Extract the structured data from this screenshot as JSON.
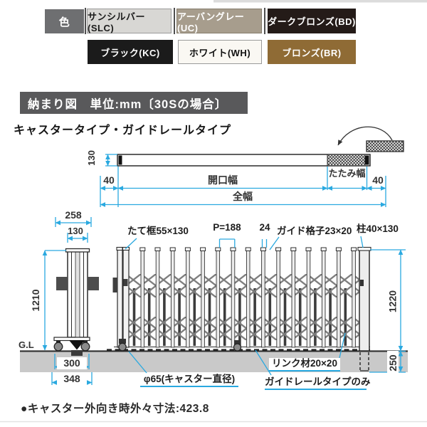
{
  "palette": {
    "accent_cyan": "#2aa9e0",
    "drawing_dark": "#2b2b2b",
    "ground_gray": "#c9c9c9",
    "titlebar_gray": "#59595b"
  },
  "colors_table": {
    "label": "色",
    "label_bg": "#6e6f71",
    "row1": [
      {
        "name": "サンシルバー(SLC)",
        "bg": "#d8d7d4",
        "fg": "#1a1a1a"
      },
      {
        "name": "アーバングレー(UC)",
        "bg": "#a79d8d",
        "fg": "#ffffff"
      },
      {
        "name": "ダークブロンズ(BD)",
        "bg": "#241b18",
        "fg": "#ffffff"
      }
    ],
    "row2": [
      {
        "name": "ブラック(KC)",
        "bg": "#1b1b1b",
        "fg": "#ffffff"
      },
      {
        "name": "ホワイト(WH)",
        "bg": "#faf8f3",
        "fg": "#111111"
      },
      {
        "name": "ブロンズ(BR)",
        "bg": "#8f6b35",
        "fg": "#ffffff"
      }
    ]
  },
  "title_bar": "納まり図　単位:mm〔30Sの場合〕",
  "subtitle": "キャスタータイプ・ガイドレールタイプ",
  "plan_diagram": {
    "height": "130",
    "left_margin": "40",
    "right_margin": "40",
    "opening_width_label": "開口幅",
    "fold_width_label": "たたみ幅",
    "total_width_label": "全幅"
  },
  "elevation": {
    "post_depth": "258",
    "post_width": "130",
    "post_height": "1210",
    "ground_label": "G.L",
    "caster_span": "300",
    "base_span": "348",
    "frame_label": "たて框55×130",
    "pitch_label": "P=188",
    "bar_width": "24",
    "lattice_label": "ガイド格子23×20",
    "pillar_label": "柱40×130",
    "gate_height": "1220",
    "embed_depth": "250",
    "link_label": "リンク材20×20",
    "caster_dia_label": "φ65(キャスター直径)",
    "guiderail_label": "ガイドレールタイプのみ"
  },
  "footnote": "●キャスター外向き時外々寸法:423.8"
}
